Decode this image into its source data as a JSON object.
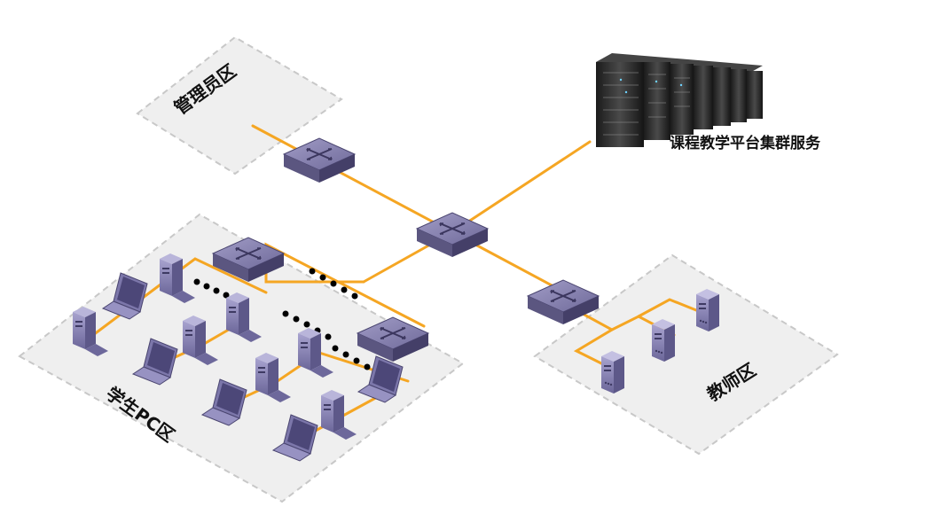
{
  "labels": {
    "admin_zone": "管理员区",
    "cluster": "课程教学平台集群服务",
    "student_zone": "学生PC区",
    "teacher_zone": "教师区"
  },
  "colors": {
    "link": "#f5a623",
    "zone_fill": "#eeeeee",
    "zone_border": "#c8c8c8",
    "switch_body": "#5b5680",
    "switch_top": "#8c87b3",
    "device": "#7a75a8",
    "rack": "#2a2a2a",
    "text": "#111111"
  }
}
